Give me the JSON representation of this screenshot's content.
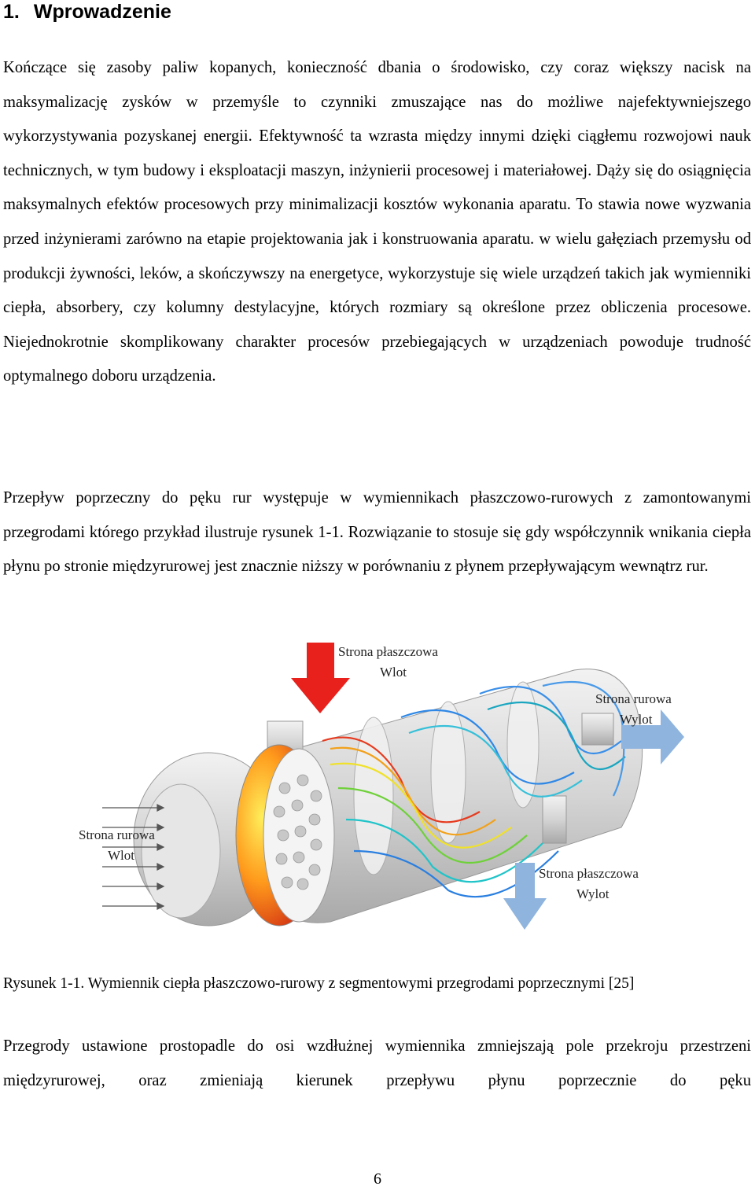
{
  "section": {
    "number": "1.",
    "title": "Wprowadzenie"
  },
  "paragraphs": [
    "Kończące się zasoby paliw kopanych, konieczność dbania o środowisko, czy coraz większy nacisk na maksymalizację zysków w przemyśle to czynniki zmuszające nas do możliwe najefektywniejszego wykorzystywania pozyskanej energii. Efektywność ta wzrasta między innymi dzięki ciągłemu rozwojowi nauk technicznych, w tym budowy i eksploatacji maszyn, inżynierii procesowej i materiałowej. Dąży się do osiągnięcia maksymalnych efektów procesowych przy minimalizacji kosztów wykonania aparatu. To stawia nowe wyzwania przed inżynierami zarówno na etapie projektowania jak i konstruowania aparatu. w wielu gałęziach przemysłu od produkcji żywności, leków, a skończywszy na energetyce, wykorzystuje się wiele urządzeń takich jak wymienniki ciepła, absorbery, czy kolumny destylacyjne, których rozmiary są określone przez obliczenia procesowe. Niejednokrotnie skomplikowany charakter procesów przebiegających w urządzeniach powoduje trudność optymalnego doboru urządzenia.",
    "Przepływ poprzeczny do pęku rur występuje w wymiennikach płaszczowo-rurowych z zamontowanymi przegrodami którego przykład ilustruje rysunek 1-1. Rozwiązanie to stosuje się gdy współczynnik wnikania ciepła płynu po stronie międzyrurowej jest znacznie niższy w porównaniu z płynem przepływającym wewnątrz rur.",
    "Przegrody ustawione prostopadle do osi wzdłużnej wymiennika zmniejszają pole przekroju przestrzeni międzyrurowej, oraz zmieniają kierunek przepływu płynu poprzecznie do pęku"
  ],
  "figure": {
    "labels": {
      "shell_inlet_1": "Strona płaszczowa",
      "shell_inlet_2": "Wlot",
      "tube_outlet_1": "Strona rurowa",
      "tube_outlet_2": "Wylot",
      "tube_inlet_1": "Strona rurowa",
      "tube_inlet_2": "Wlot",
      "shell_outlet_1": "Strona płaszczowa",
      "shell_outlet_2": "Wylot"
    },
    "colors": {
      "hot_arrow": "#e8211c",
      "cold_arrow": "#8fb4de",
      "shell": "#d9d9d9"
    },
    "caption": "Rysunek 1-1. Wymiennik ciepła płaszczowo-rurowy z segmentowymi przegrodami poprzecznymi [25]"
  },
  "page_number": "6"
}
